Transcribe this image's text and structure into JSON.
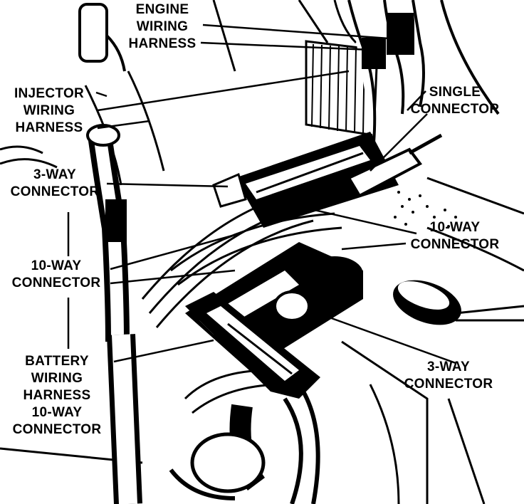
{
  "labels": {
    "engine_wiring_harness": [
      "ENGINE",
      "WIRING",
      "HARNESS"
    ],
    "injector_wiring_harness": [
      "INJECTOR",
      "WIRING",
      "HARNESS"
    ],
    "single_connector": [
      "SINGLE",
      "CONNECTOR"
    ],
    "three_way_connector_left": [
      "3-WAY",
      "CONNECTOR"
    ],
    "ten_way_connector_right": [
      "10-WAY",
      "CONNECTOR"
    ],
    "ten_way_connector_left": [
      "10-WAY",
      "CONNECTOR"
    ],
    "battery_wiring_harness": [
      "BATTERY",
      "WIRING",
      "HARNESS",
      "10-WAY",
      "CONNECTOR"
    ],
    "three_way_connector_right": [
      "3-WAY",
      "CONNECTOR"
    ]
  },
  "colors": {
    "ink": "#000000",
    "paper": "#ffffff"
  }
}
